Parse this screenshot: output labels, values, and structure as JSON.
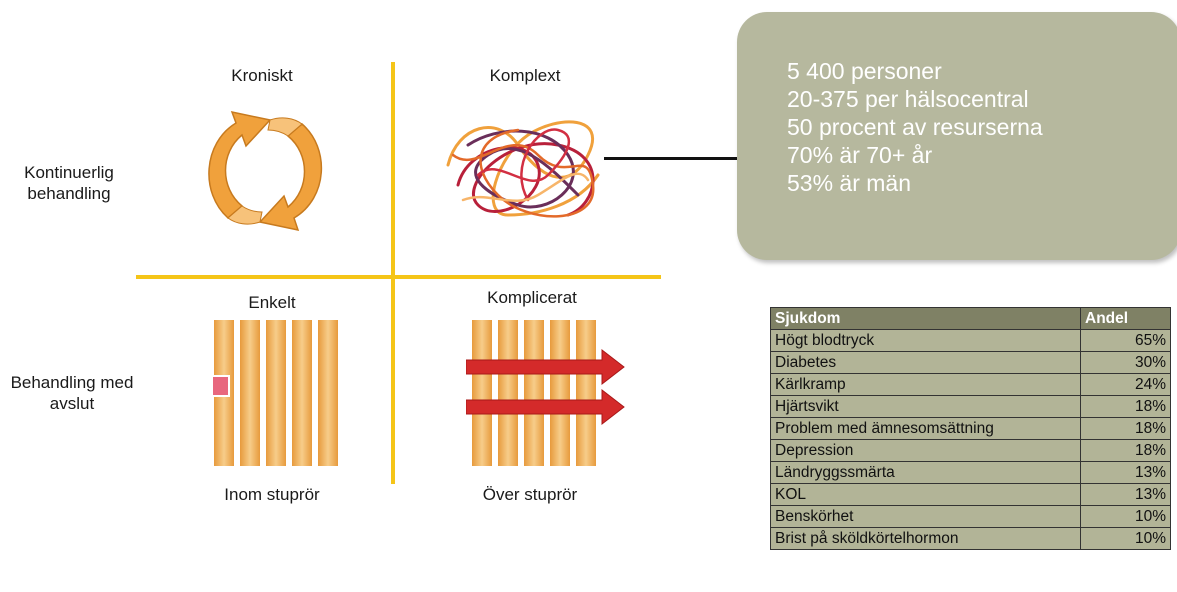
{
  "quadrants": {
    "top_left": "Kroniskt",
    "top_right": "Komplext",
    "bottom_left": "Enkelt",
    "bottom_right": "Komplicerat",
    "bottom_left_caption": "Inom stuprör",
    "bottom_right_caption": "Över stuprör"
  },
  "rows": {
    "top": [
      "Kontinuerlig",
      "behandling"
    ],
    "bottom": [
      "Behandling med",
      "avslut"
    ]
  },
  "callout": {
    "lines": [
      "5 400 personer",
      "20-375 per hälsocentral",
      "50 procent av resurserna",
      "70% är 70+ år",
      "53% är män"
    ]
  },
  "table": {
    "headers": [
      "Sjukdom",
      "Andel"
    ],
    "rows": [
      [
        "Högt blodtryck",
        "65%"
      ],
      [
        "Diabetes",
        "30%"
      ],
      [
        "Kärlkramp",
        "24%"
      ],
      [
        "Hjärtsvikt",
        "18%"
      ],
      [
        "Problem med ämnesomsättning",
        "18%"
      ],
      [
        "Depression",
        "18%"
      ],
      [
        "Ländryggssmärta",
        "13%"
      ],
      [
        "KOL",
        "13%"
      ],
      [
        "Benskörhet",
        "10%"
      ],
      [
        "Brist på sköldkörtelhormon",
        "10%"
      ]
    ]
  },
  "colors": {
    "divider": "#f5c518",
    "callout_bg": "#b6b89e",
    "table_header_bg": "#7f8165",
    "table_cell_bg": "#b2b497",
    "arrow_orange": "#f0a13c",
    "arrow_red": "#d42a2a",
    "column_orange": "#f2b35e"
  }
}
